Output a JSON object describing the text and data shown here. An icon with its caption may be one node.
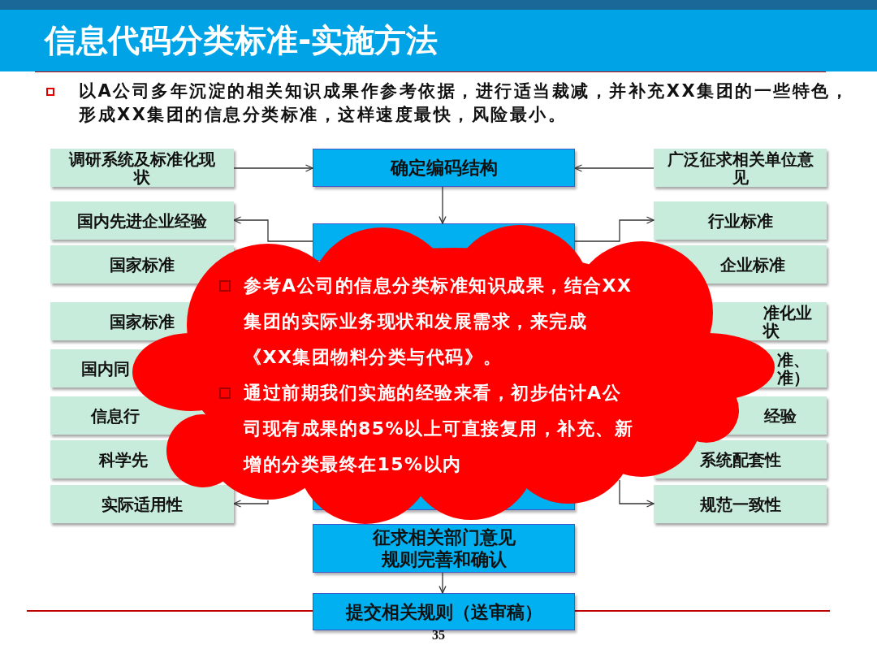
{
  "diagram": {
    "title": "信息代码分类标准-实施方法",
    "nodes": [
      {
        "text": [
          "调研系统及标准化现状"
        ]
      },
      {
        "text": [
          "确定编码结构"
        ]
      },
      {
        "text": [
          "广泛征求相关单位意见"
        ]
      },
      {
        "text": [
          "国内先进企业经验"
        ]
      },
      {
        "text": [],
        "shape": "box"
      },
      {
        "text": [
          "行业标准"
        ]
      },
      {
        "text": [
          "国家标准"
        ]
      },
      {
        "text": [
          "企业标准"
        ]
      },
      {
        "text": [
          "国家标准"
        ]
      },
      {
        "text": [
          "准化业状"
        ]
      },
      {
        "text": [
          "国内同"
        ]
      },
      {
        "text": [
          "准、准）"
        ]
      },
      {
        "text": [
          "信息行"
        ]
      },
      {
        "text": [
          "经验"
        ]
      },
      {
        "text": [
          "科学先"
        ]
      },
      {
        "text": [
          "系统配套性"
        ]
      },
      {
        "text": [],
        "shape": "box"
      },
      {
        "text": [
          "实际适用性"
        ]
      },
      {
        "text": [
          "规范一致性"
        ]
      },
      {
        "text": [
          "征求相关部门意见规则完善和确认"
        ]
      },
      {
        "text": [
          "提交相关规则（送审稿）"
        ]
      },
      {
        "text": [
          "参考A公司的信息分类标准知识成果，结合XX集团的实际业务现状和发展需求，来完成《XX集团物料分类与代码》。",
          "通过前期我们实施的经验来看，初步估计A公司现有成果的85%以上可直接复用，补充、新增的分类最终在15%以内"
        ]
      }
    ],
    "edges": [
      {
        "from": 0,
        "to": 1,
        "arrow": "to"
      },
      {
        "from": 2,
        "to": 1,
        "arrow": "to"
      },
      {
        "from": 1,
        "to": 4,
        "arrow": "to"
      },
      {
        "from": 4,
        "to": 3,
        "arrow": "to"
      },
      {
        "from": null,
        "to": 17,
        "arrow": "to"
      },
      {
        "from": 4,
        "to": 5,
        "arrow": "to"
      },
      {
        "from": null,
        "to": 18,
        "arrow": "to"
      },
      {
        "from": 19,
        "to": 20,
        "arrow": "to"
      }
    ],
    "labels": [
      "以A公司多年沉淀的相关知识成果作参考依据，进行适当裁减，并补充XX集团的一些特色，形成XX集团的信息分类标准，这样速度最快，风险最小。",
      "35"
    ]
  }
}
